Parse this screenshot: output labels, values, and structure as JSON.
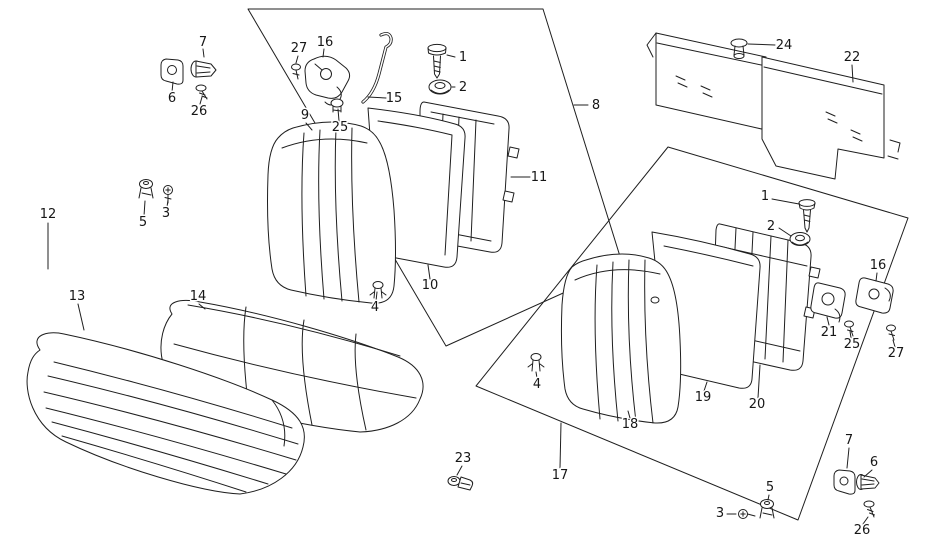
{
  "diagram": {
    "background_color": "#ffffff",
    "line_color": "#1f1f1f",
    "callouts": [
      {
        "label": "7"
      },
      {
        "label": "6"
      },
      {
        "label": "26"
      },
      {
        "label": "27"
      },
      {
        "label": "16"
      },
      {
        "label": "15"
      },
      {
        "label": "25"
      },
      {
        "label": "9"
      },
      {
        "label": "1"
      },
      {
        "label": "2"
      },
      {
        "label": "8"
      },
      {
        "label": "11"
      },
      {
        "label": "10"
      },
      {
        "label": "4"
      },
      {
        "label": "5"
      },
      {
        "label": "3"
      },
      {
        "label": "12"
      },
      {
        "label": "13"
      },
      {
        "label": "14"
      },
      {
        "label": "24"
      },
      {
        "label": "22"
      },
      {
        "label": "1"
      },
      {
        "label": "2"
      },
      {
        "label": "16"
      },
      {
        "label": "21"
      },
      {
        "label": "25"
      },
      {
        "label": "27"
      },
      {
        "label": "19"
      },
      {
        "label": "20"
      },
      {
        "label": "18"
      },
      {
        "label": "4"
      },
      {
        "label": "17"
      },
      {
        "label": "23"
      },
      {
        "label": "7"
      },
      {
        "label": "6"
      },
      {
        "label": "5"
      },
      {
        "label": "3"
      },
      {
        "label": "26"
      }
    ]
  }
}
